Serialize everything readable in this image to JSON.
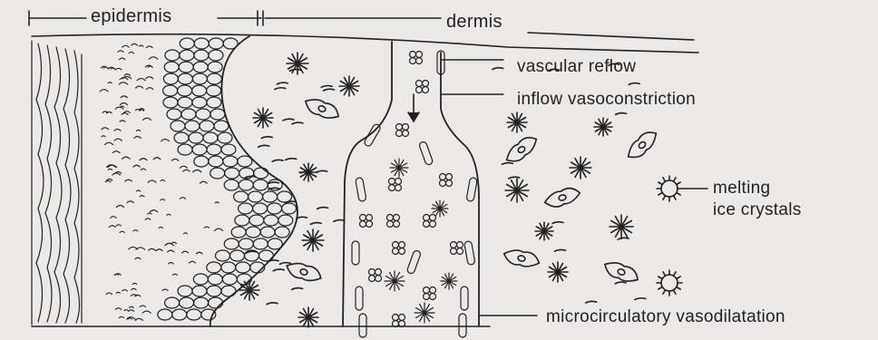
{
  "header": {
    "epidermis": "epidermis",
    "dermis": "dermis"
  },
  "labels": {
    "vascular_reflow": "vascular reflow",
    "inflow_vasoconstriction": "inflow vasoconstriction",
    "melting_line1": "melting",
    "melting_line2": "ice crystals",
    "microcirculatory": "microcirculatory vasodilatation"
  },
  "colors": {
    "ink": "#222222",
    "paper": "#ece8e5"
  }
}
